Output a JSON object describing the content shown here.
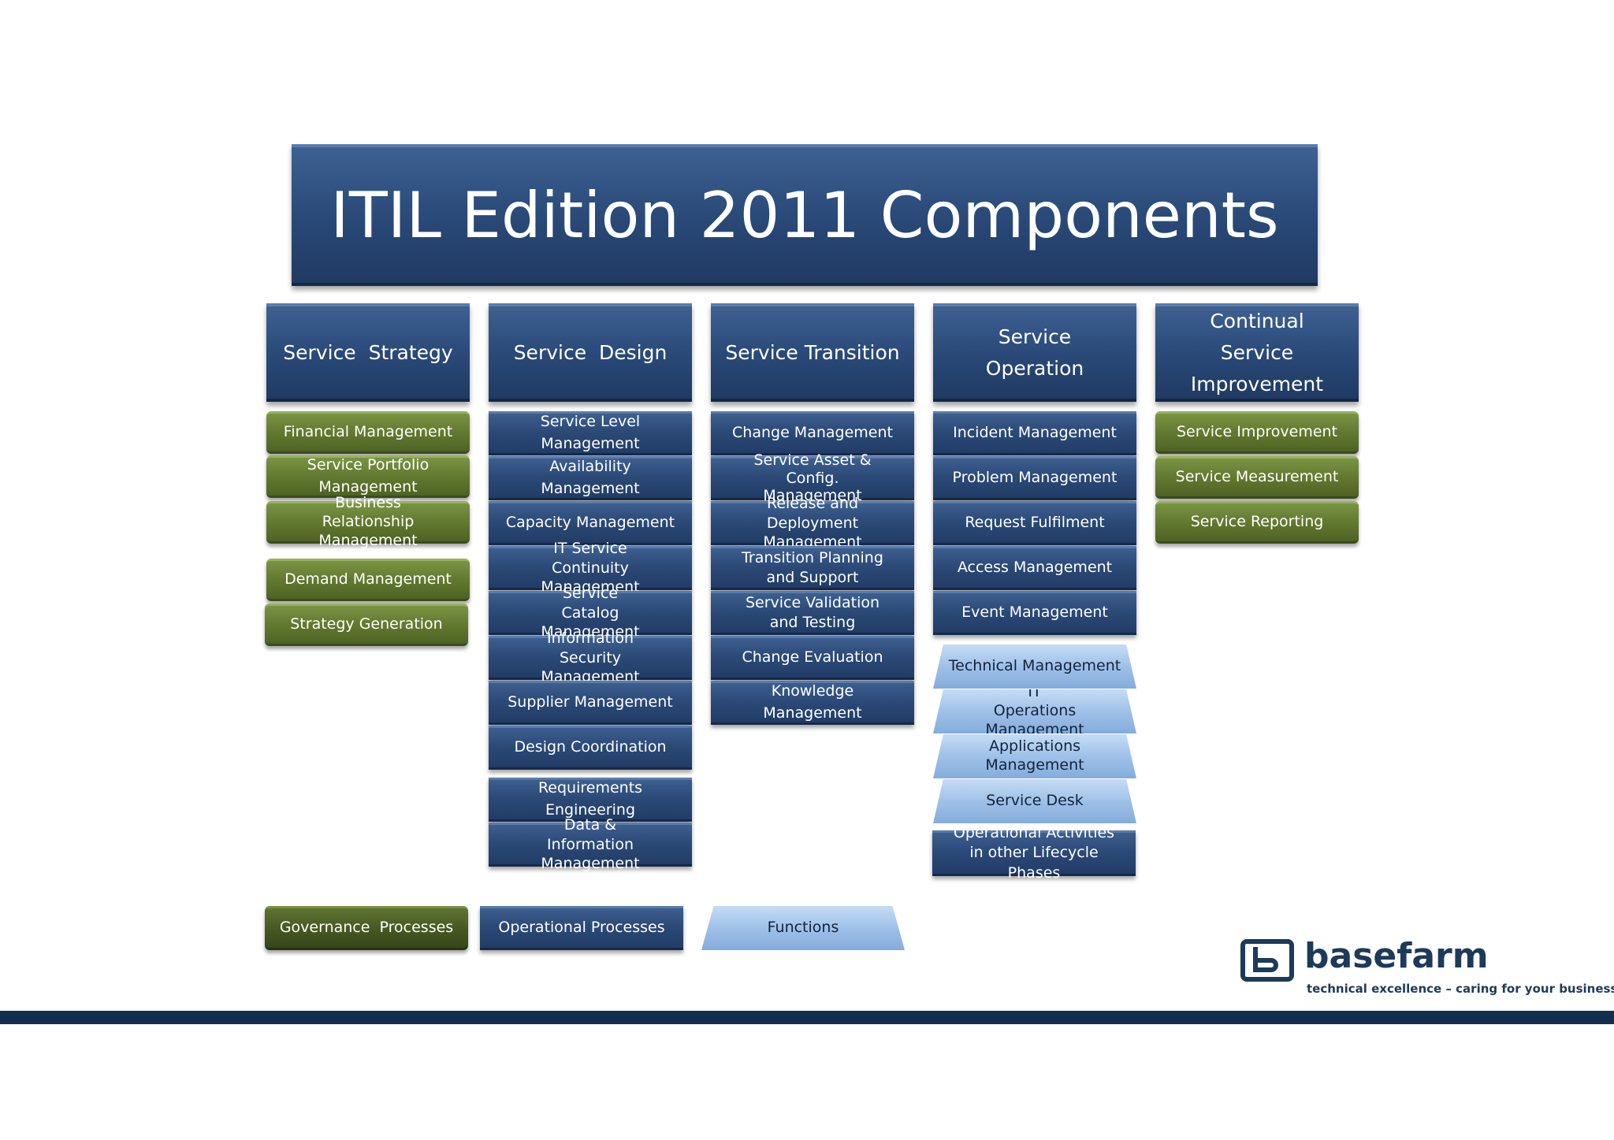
{
  "title": "ITIL Edition 2011 Components",
  "columns": {
    "strategy": {
      "header": "Service  Strategy",
      "items": [
        "Financial Management",
        "Service Portfolio Management",
        "Business Relationship Management",
        "Demand Management",
        "Strategy Generation"
      ]
    },
    "design": {
      "header": "Service  Design",
      "items": [
        "Service Level Management",
        "Availability Management",
        "Capacity Management",
        "IT Service Continuity Management",
        "Service Catalog Management",
        "Information Security Management",
        "Supplier Management",
        "Design Coordination",
        "Requirements Engineering",
        "Data & Information Management"
      ]
    },
    "transition": {
      "header": "Service Transition",
      "items": [
        "Change Management",
        "Service Asset & Config. Management",
        "Release and Deployment Management",
        "Transition Planning and Support",
        "Service Validation and Testing",
        "Change Evaluation",
        "Knowledge Management"
      ]
    },
    "operation": {
      "header": "Service Operation",
      "items": [
        "Incident Management",
        "Problem Management",
        "Request Fulfilment",
        "Access Management",
        "Event Management"
      ],
      "functions": [
        "Technical Management",
        "IT Operations Management",
        "Applications Management",
        "Service Desk"
      ],
      "extra": "Operational Activities in other Lifecycle Phases"
    },
    "csi": {
      "header": "Continual Service Improvement",
      "items": [
        "Service Improvement",
        "Service Measurement",
        "Service Reporting"
      ]
    }
  },
  "legend": {
    "governance": "Governance  Processes",
    "operational": "Operational Processes",
    "functions": "Functions"
  },
  "brand": {
    "name": "basefarm",
    "tagline": "technical excellence – caring for your business"
  },
  "colors": {
    "navy": "#2c4a78",
    "green": "#62792f",
    "light_blue": "#9fc1e8",
    "footer": "#132f4d"
  }
}
